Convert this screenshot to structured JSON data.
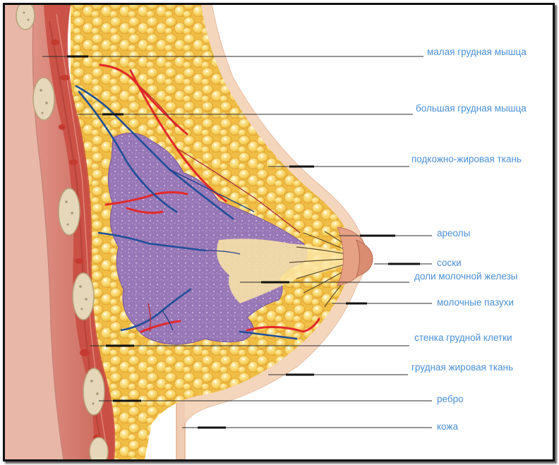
{
  "labels": [
    {
      "id": "pectoralis-minor",
      "text": "малая грудная мышца"
    },
    {
      "id": "pectoralis-major",
      "text": "большая грудная мышца"
    },
    {
      "id": "subcutaneous-fat",
      "text": "подкожно-жировая ткань"
    },
    {
      "id": "areola",
      "text": "ареолы"
    },
    {
      "id": "nipple",
      "text": "соски"
    },
    {
      "id": "lobes",
      "text": "доли молочной железы"
    },
    {
      "id": "milk-sinuses",
      "text": "молочные пазухи"
    },
    {
      "id": "chest-wall",
      "text": "стенка грудной клетки"
    },
    {
      "id": "breast-fat",
      "text": "грудная жировая ткань"
    },
    {
      "id": "rib",
      "text": "ребро"
    },
    {
      "id": "skin",
      "text": "кожа"
    }
  ],
  "colors": {
    "label": "#4a8fd4",
    "skin": "#f1cdb0",
    "fat": "#f3c44e",
    "gland": "#9a78b8",
    "artery": "#e8262a",
    "vein": "#1d4f9c",
    "muscle": "#d9897c"
  }
}
